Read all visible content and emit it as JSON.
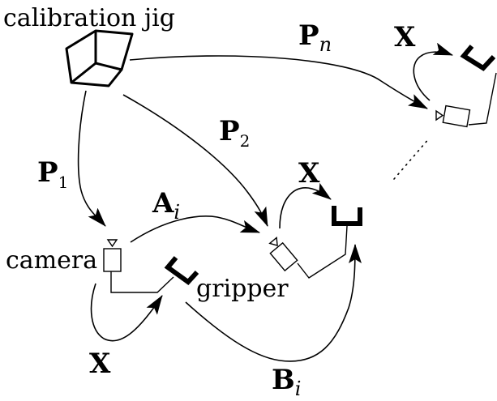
{
  "labels": {
    "calibration_jig": "calibration jig",
    "camera": "camera",
    "gripper": "gripper",
    "X": "X",
    "P": "P",
    "A": "A",
    "B": "B",
    "sub_n": "n",
    "sub_1": "1",
    "sub_2": "2",
    "sub_i": "i"
  },
  "colors": {
    "stroke": "#000000",
    "background": "#ffffff"
  }
}
